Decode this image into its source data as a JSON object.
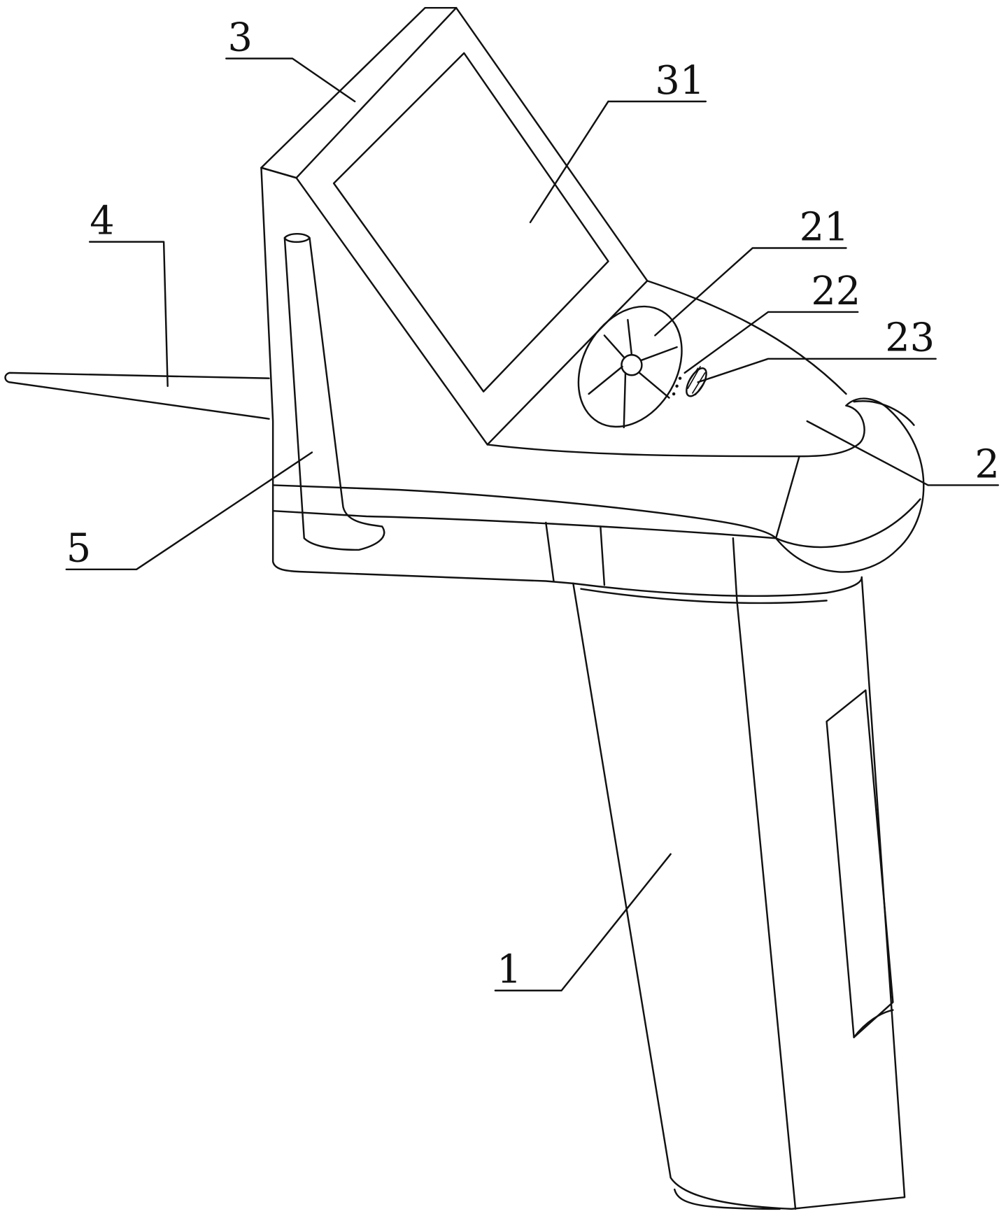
{
  "figure": {
    "labels": {
      "handle": "1",
      "head": "2",
      "display_housing": "3",
      "screen": "31",
      "probe": "4",
      "holder": "5",
      "fan": "21",
      "indicator": "22",
      "speaker": "23"
    },
    "colors": {
      "line": "#111111",
      "background": "#ffffff"
    }
  }
}
